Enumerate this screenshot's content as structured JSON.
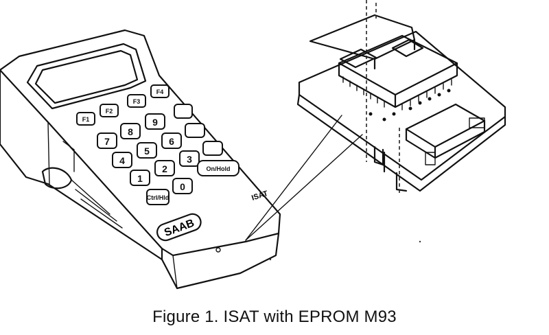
{
  "caption": "Figure 1. ISAT with EPROM M93",
  "device": {
    "brand": "SAAB",
    "model": "ISAT",
    "function_keys": [
      "F1",
      "F2",
      "F3",
      "F4"
    ],
    "numeric_keys": [
      "7",
      "8",
      "9",
      "4",
      "5",
      "6",
      "1",
      "2",
      "3",
      "0"
    ],
    "special_keys": [
      "Ctrl/Hld",
      "On/Hold"
    ]
  },
  "component": "EPROM M93"
}
